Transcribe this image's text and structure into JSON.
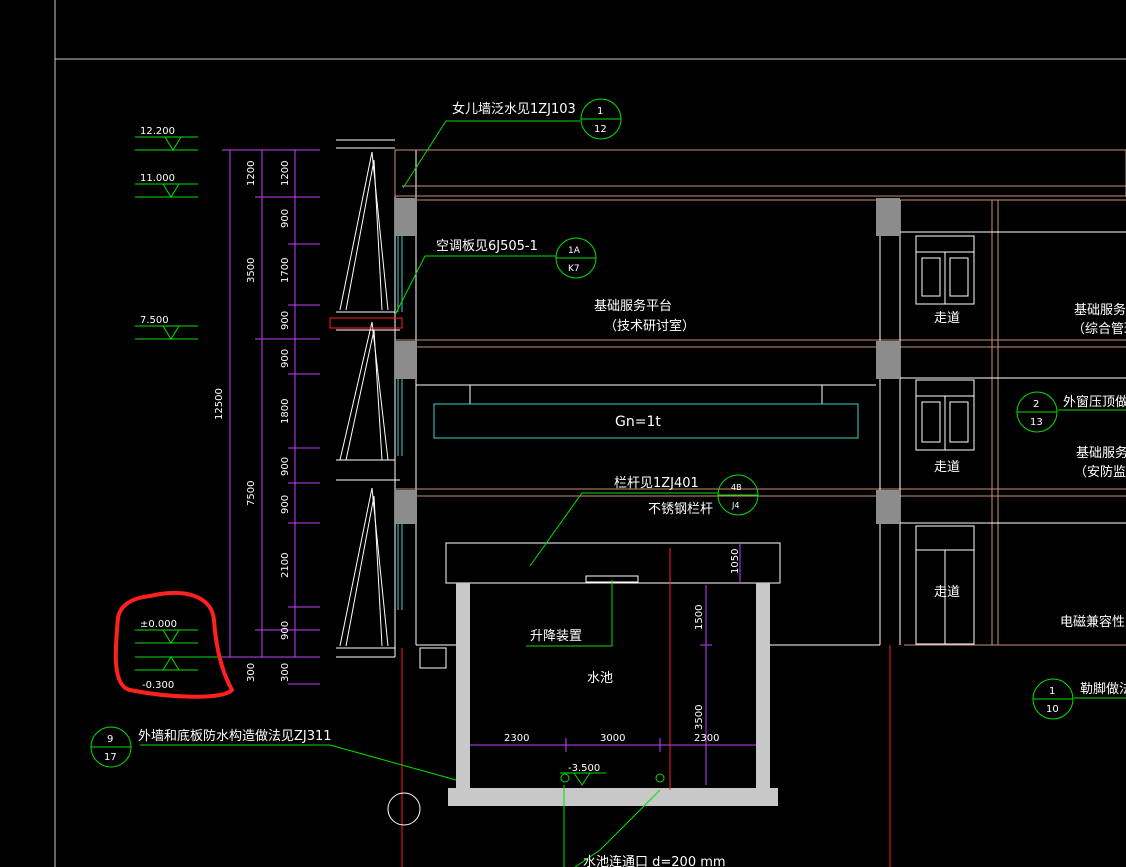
{
  "colors": {
    "background": "#000000",
    "frame": "#c8c8c8",
    "wall": "#ffffff",
    "dim": "#c040ff",
    "leader": "#00e000",
    "note": "#ffffff",
    "slab": "#c89078",
    "red": "#ff2020",
    "cyan": "#40d0d0",
    "gray": "#8c8c8c"
  },
  "elevations": {
    "e1": "12.200",
    "e2": "11.000",
    "e3": "7.500",
    "e4": "±0.000",
    "e5": "-0.300",
    "pool_bottom": "-3.500"
  },
  "dims_outer": {
    "total": "12500"
  },
  "dims_mid": {
    "d1": "1200",
    "d2": "3500",
    "d3": "7500",
    "d4": "300"
  },
  "dims_inner": {
    "d1": "1200",
    "d2": "900",
    "d3": "1700",
    "d4": "900",
    "d5": "900",
    "d6": "1800",
    "d7": "900",
    "d8": "900",
    "d9": "2100",
    "d10": "900",
    "d11": "300"
  },
  "pool_dims": {
    "lift_h": "1050",
    "up_h": "1500",
    "depth": "3500",
    "w1": "2300",
    "w2": "3000",
    "w3": "2300"
  },
  "notes": {
    "parapet": "女儿墙泛水见1ZJ103",
    "ac_board": "空调板见6J505-1",
    "railing_ref": "栏杆见1ZJ401",
    "railing_mat": "不锈钢栏杆",
    "lift": "升降装置",
    "pool": "水池",
    "waterproof": "外墙和底板防水构造做法见ZJ311",
    "inlet": "水池连通口 d=200 mm",
    "crane": "Gn=1t",
    "room1a": "基础服务平台",
    "room1b": "（技术研讨室）",
    "corridor1": "走道",
    "corridor2": "走道",
    "corridor3": "走道",
    "room2a": "基础服务",
    "room2b": "（综合管理",
    "room3a": "基础服务",
    "room3b": "（安防监控",
    "room4": "电磁兼容性",
    "window_note": "外窗压顶做法",
    "plinth_note": "勒脚做法"
  },
  "callouts": {
    "c1_top": "1",
    "c1_bot": "12",
    "c2_top": "1A",
    "c2_bot": "K7",
    "c3_top": "4B",
    "c3_bot": "J4",
    "c4_top": "2",
    "c4_bot": "13",
    "c5_top": "1",
    "c5_bot": "10",
    "c6_top": "9",
    "c6_bot": "17"
  }
}
